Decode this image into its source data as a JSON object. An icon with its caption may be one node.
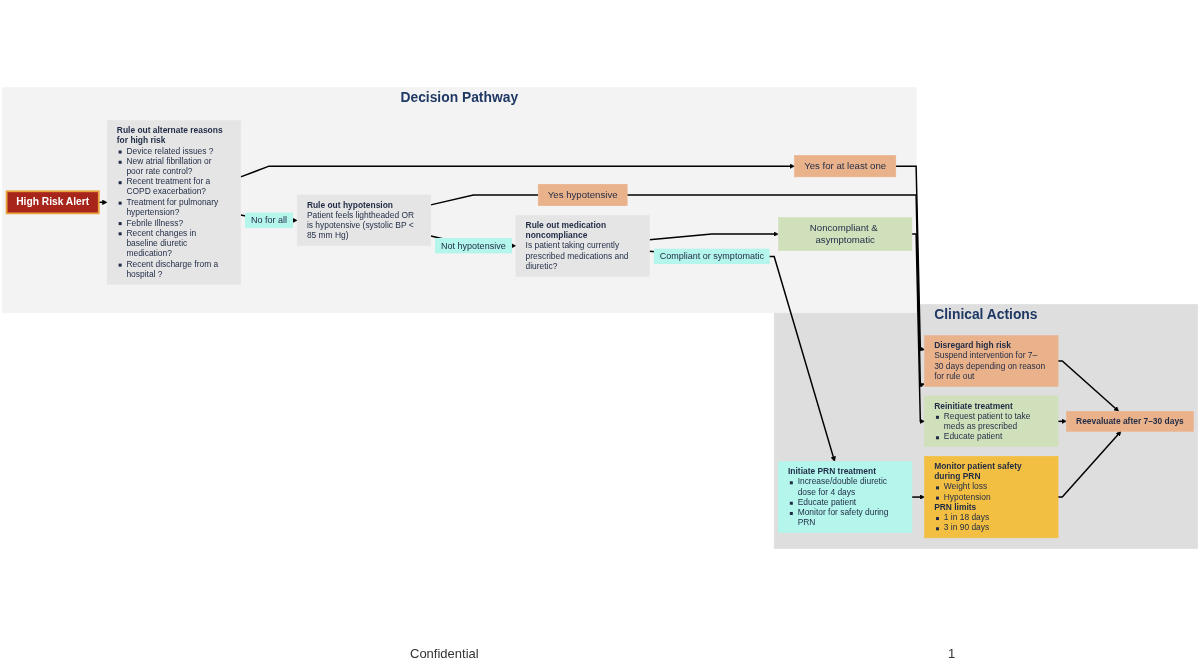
{
  "diagram": {
    "nodes": [
      {
        "text": [
          "Decision Pathway"
        ]
      },
      {
        "text": [
          "High Risk Alert"
        ],
        "in": 0
      },
      {
        "text": [
          "Rule out alternate reasons for high risk",
          "Device related issues ?",
          "New atrial fibrillation or poor rate control?",
          "Recent treatment for a COPD exacerbation?",
          "Treatment for pulmonary hypertension?",
          "Febrile Illness?",
          "Recent changes in baseline diuretic medication?",
          "Recent discharge from a hospital ?"
        ],
        "in": 0
      },
      {
        "text": [
          "Yes for at least one"
        ],
        "in": 0
      },
      {
        "text": [
          "Rule out hypotension",
          "Patient feels lightheaded OR is hypotensive (systolic BP < 85 mm Hg)"
        ],
        "in": 0
      },
      {
        "text": [
          "Yes hypotensive"
        ],
        "in": 0
      },
      {
        "text": [
          "Rule out medication noncompliance",
          "Is patient taking currently prescribed medications and diuretic?"
        ],
        "in": 0
      },
      {
        "text": [
          "Noncompliant & asymptomatic"
        ],
        "in": 0
      },
      {
        "text": [
          "Clinical Actions"
        ]
      },
      {
        "text": [
          "Disregard high risk",
          "Suspend intervention for 7–30 days depending on reason for rule out"
        ],
        "in": 8
      },
      {
        "text": [
          "Reevaluate after 7–30 days"
        ],
        "in": 8
      },
      {
        "text": [
          "Reinitiate treatment",
          "Request patient to take meds as prescribed",
          "Educate patient"
        ],
        "in": 8
      },
      {
        "text": [
          "Initiate PRN treatment",
          "Increase/double diuretic dose for 4 days",
          "Educate patient",
          "Monitor for safety during PRN"
        ],
        "in": 8
      },
      {
        "text": [
          "Monitor patient safety during PRN",
          "Weight loss",
          "Hypotension",
          "PRN limits",
          "1 in 18 days",
          "3 in 90 days"
        ],
        "in": 8
      }
    ],
    "edges": [
      {
        "from": 1,
        "to": 2,
        "arrow": "to"
      },
      {
        "from": 2,
        "to": 3,
        "arrow": "to"
      },
      {
        "from": 3,
        "to": 9,
        "arrow": "to"
      },
      {
        "from": 2,
        "to": 4,
        "arrow": "to",
        "label": "No for all"
      },
      {
        "from": 4,
        "to": 5,
        "arrow": "none"
      },
      {
        "from": 5,
        "to": 9,
        "arrow": "to"
      },
      {
        "from": 4,
        "to": 6,
        "arrow": "to",
        "label": "Not hypotensive"
      },
      {
        "from": 6,
        "to": 7,
        "arrow": "to"
      },
      {
        "from": 7,
        "to": 11,
        "arrow": "to"
      },
      {
        "from": 6,
        "to": 12,
        "arrow": "to",
        "label": "Compliant or symptomatic"
      },
      {
        "from": 9,
        "to": 10,
        "arrow": "to"
      },
      {
        "from": 11,
        "to": 10,
        "arrow": "to"
      },
      {
        "from": 12,
        "to": 13,
        "arrow": "to"
      },
      {
        "from": 13,
        "to": 10,
        "arrow": "to"
      }
    ],
    "labels": [
      "Confidential",
      "1"
    ]
  }
}
